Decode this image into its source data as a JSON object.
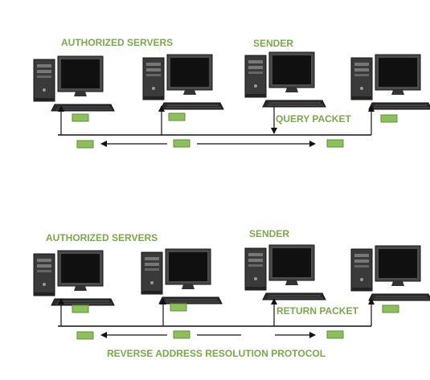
{
  "colors": {
    "label": "#7aa84a",
    "packet_fill": "#8dbf5a",
    "packet_stroke": "#5f8f36",
    "line": "#111111",
    "case": "#3a3a3a",
    "screen": "#101010"
  },
  "top": {
    "label_servers": "AUTHORIZED SERVERS",
    "label_sender": "SENDER",
    "label_packet": "QUERY PACKET"
  },
  "bottom": {
    "label_servers": "AUTHORIZED SERVERS",
    "label_sender": "SENDER",
    "label_packet": "RETURN PACKET"
  },
  "caption": "REVERSE ADDRESS RESOLUTION PROTOCOL",
  "icons": [
    "computer-icon",
    "packet-icon",
    "arrow-icon"
  ]
}
